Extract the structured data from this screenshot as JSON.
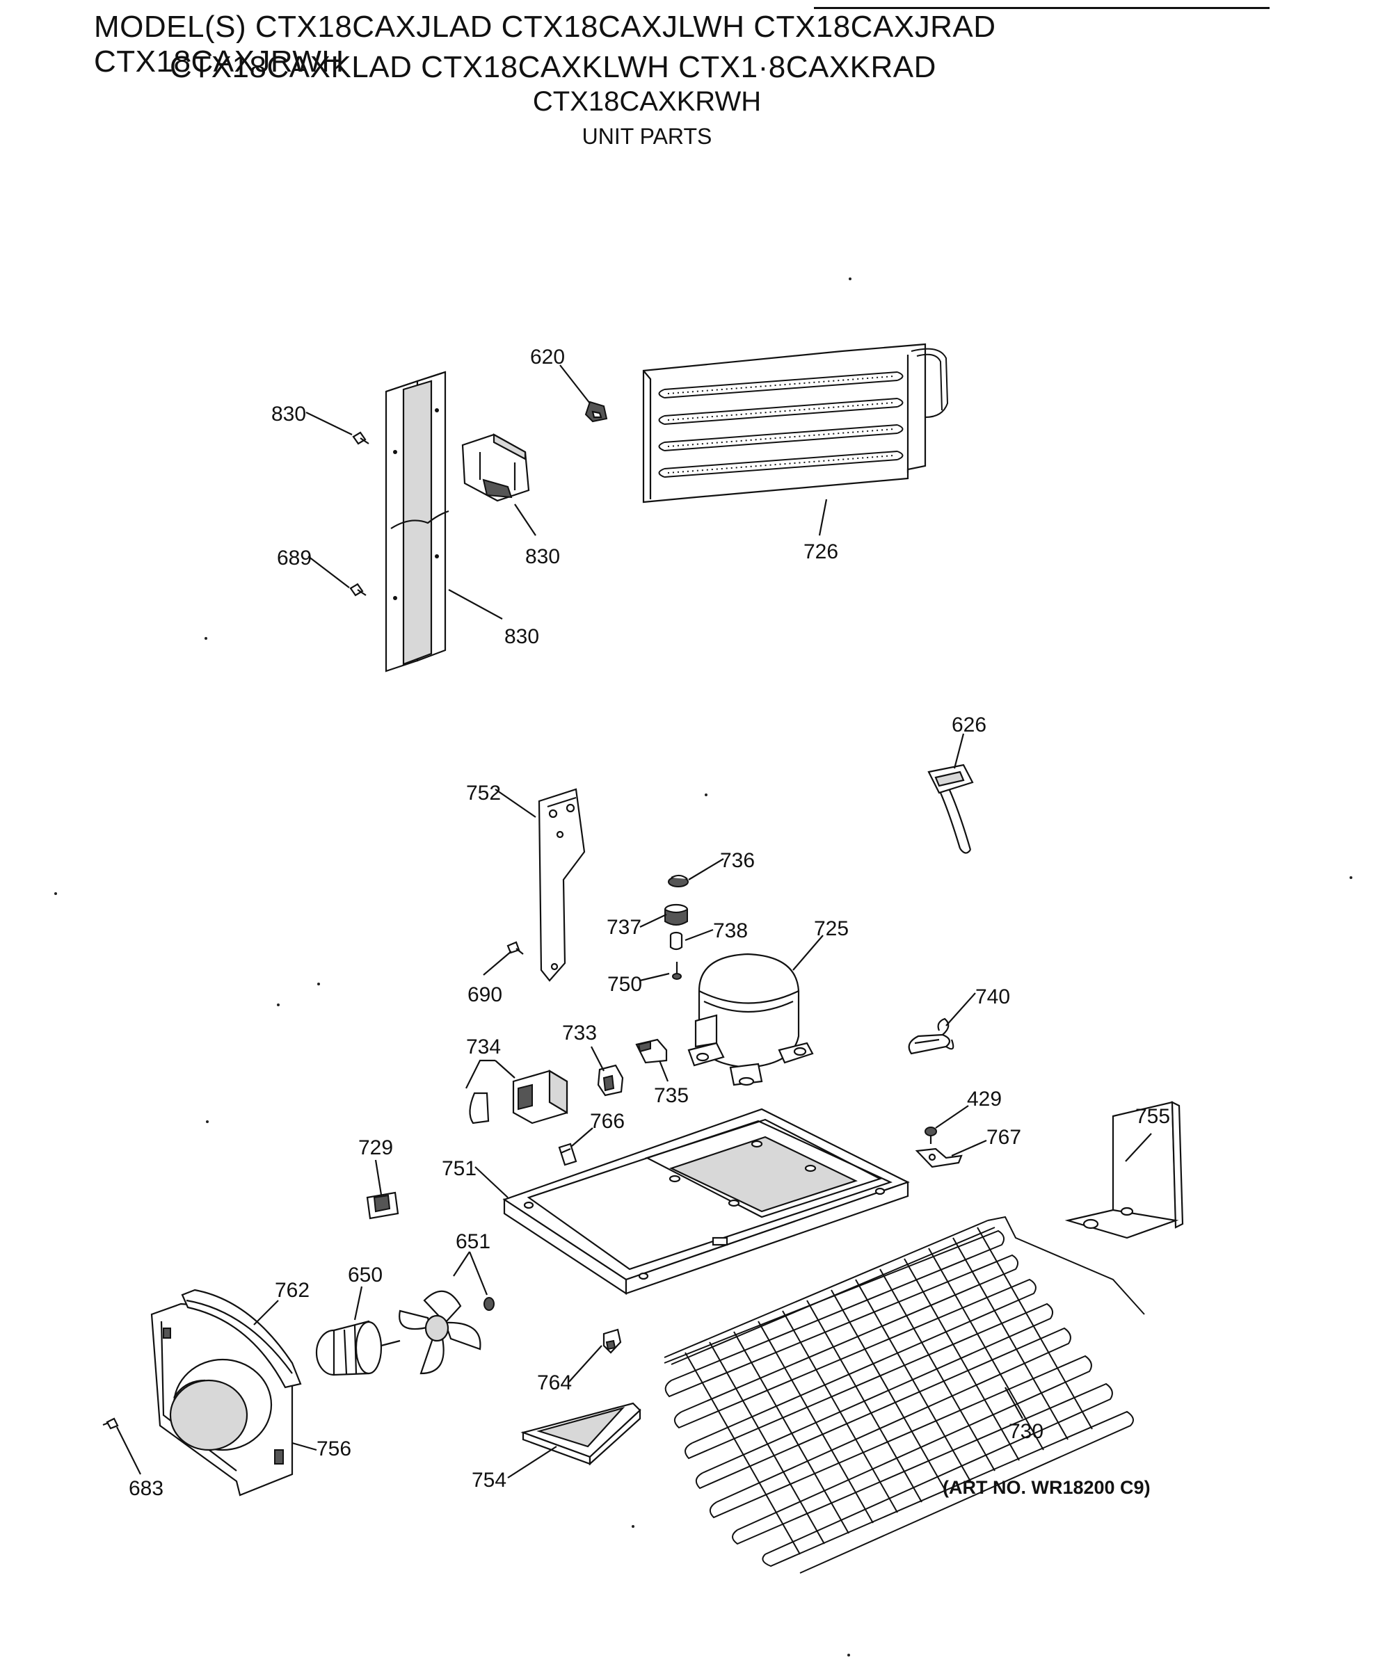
{
  "header": {
    "models_line1": "MODEL(S) CTX18CAXJLAD  CTX18CAXJLWH  CTX18CAXJRAD  CTX18CAXJRWH",
    "models_line2": "CTX18CAXKLAD  CTX18CAXKLWH  CTX1·8CAXKRAD",
    "models_line3": "CTX18CAXKRWH",
    "subtitle": "UNIT PARTS"
  },
  "art_number": "(ART NO. WR18200 C9)",
  "callouts": {
    "c830a": "830",
    "c620": "620",
    "c830b": "830",
    "c726": "726",
    "c689": "689",
    "c830c": "830",
    "c626": "626",
    "c752": "752",
    "c736": "736",
    "c737": "737",
    "c738": "738",
    "c725": "725",
    "c690": "690",
    "c750": "750",
    "c740": "740",
    "c734": "734",
    "c733": "733",
    "c735": "735",
    "c429": "429",
    "c755": "755",
    "c766": "766",
    "c767": "767",
    "c729": "729",
    "c751": "751",
    "c651": "651",
    "c762": "762",
    "c650": "650",
    "c764": "764",
    "c730": "730",
    "c756": "756",
    "c683": "683",
    "c754": "754"
  }
}
